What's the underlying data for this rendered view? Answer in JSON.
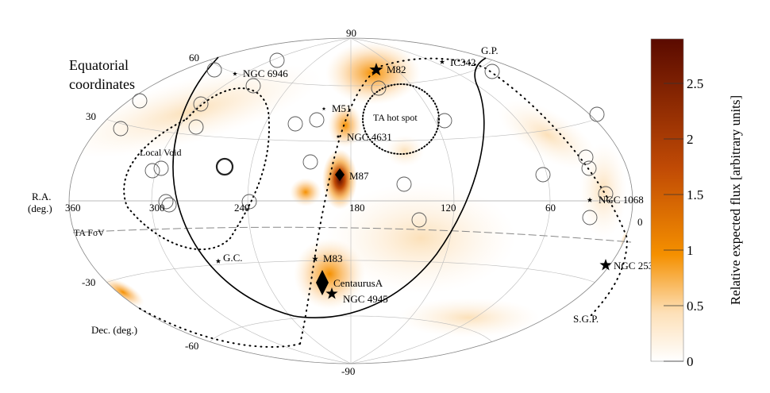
{
  "title": [
    "Equatorial",
    "coordinates"
  ],
  "axis": {
    "ra_label": [
      "R.A.",
      "(deg.)"
    ],
    "dec_label": "Dec. (deg.)",
    "ra_ticks": [
      "360",
      "300",
      "240",
      "180",
      "120",
      "60",
      "0"
    ],
    "dec_ticks": [
      "90",
      "60",
      "30",
      "-30",
      "-60",
      "-90"
    ]
  },
  "regions": {
    "local_void": "Local Void",
    "ta_hot_spot": "TA hot spot",
    "ta_fov": "TA FoV",
    "gp": "G.P.",
    "sgp": "S.G.P.",
    "gc": "G.C."
  },
  "sources": [
    "NGC 6946",
    "M82",
    "IC342",
    "M51",
    "NGC 4631",
    "M87",
    "NGC 1068",
    "M83",
    "CentaurusA",
    "NGC 4945",
    "NGC 253"
  ],
  "colorbar": {
    "label": "Relative expected flux [arbitrary units]",
    "ticks": [
      "0",
      "0.5",
      "1",
      "1.5",
      "2",
      "2.5"
    ],
    "range": [
      0,
      2.9
    ],
    "colors": [
      "#ffffff",
      "#fbc27a",
      "#f59000",
      "#c04a05",
      "#5a0a00"
    ]
  }
}
